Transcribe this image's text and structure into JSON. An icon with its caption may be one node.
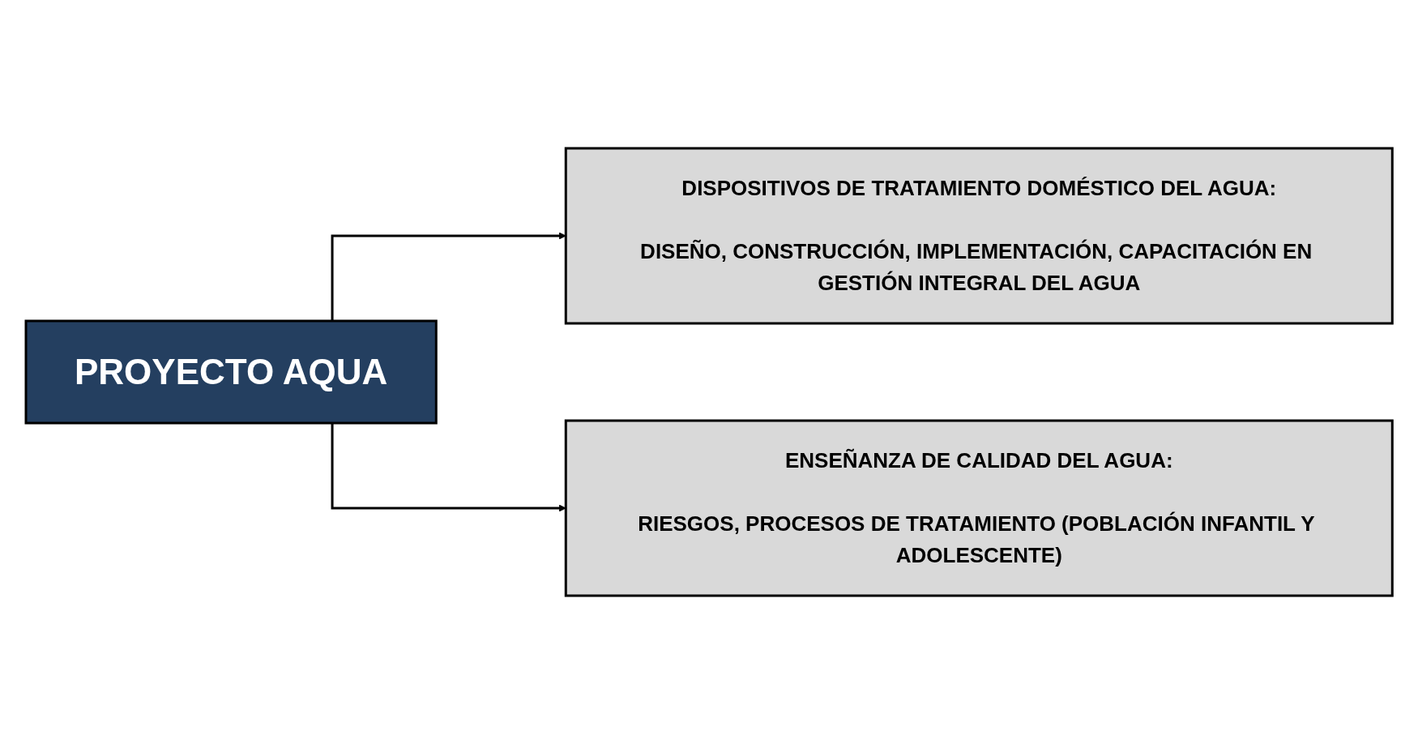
{
  "diagram": {
    "nodes": [
      {
        "text": [
          "PROYECTO AQUA"
        ]
      },
      {
        "text": [
          "DISPOSITIVOS DE TRATAMIENTO DOMÉSTICO DEL AGUA:",
          "DISEÑO, CONSTRUCCIÓN, IMPLEMENTACIÓN, CAPACITACIÓN EN GESTIÓN INTEGRAL DEL AGUA"
        ]
      },
      {
        "text": [
          "ENSEÑANZA DE CALIDAD DEL AGUA:",
          "RIESGOS, PROCESOS DE TRATAMIENTO (POBLACIÓN INFANTIL Y ADOLESCENTE)"
        ]
      }
    ],
    "edges": [
      {
        "from": 0,
        "to": 1,
        "arrow": "to"
      },
      {
        "from": 0,
        "to": 2,
        "arrow": "to"
      }
    ]
  }
}
